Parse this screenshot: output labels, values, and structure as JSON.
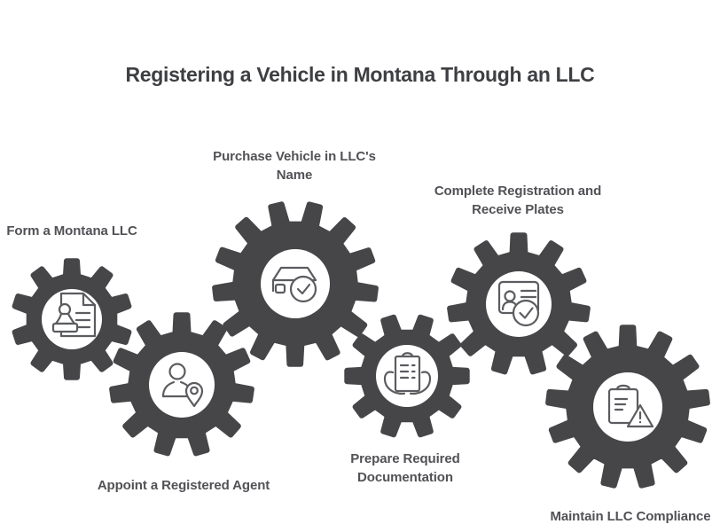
{
  "title": "Registering a Vehicle in Montana Through an LLC",
  "colors": {
    "gear": "#464649",
    "icon_stroke": "#5b5c60",
    "title_text": "#3e3f43",
    "label_text": "#515156",
    "background": "#ffffff"
  },
  "steps": [
    {
      "label": "Form a Montana LLC",
      "icon": "document-stamp-icon"
    },
    {
      "label": "Appoint a Registered Agent",
      "icon": "person-location-icon"
    },
    {
      "label": "Purchase Vehicle in LLC's\nName",
      "icon": "car-check-icon"
    },
    {
      "label": "Prepare Required\nDocumentation",
      "icon": "hands-document-icon"
    },
    {
      "label": "Complete Registration and\nReceive Plates",
      "icon": "id-card-check-icon"
    },
    {
      "label": "Maintain LLC Compliance",
      "icon": "clipboard-warning-icon"
    }
  ]
}
